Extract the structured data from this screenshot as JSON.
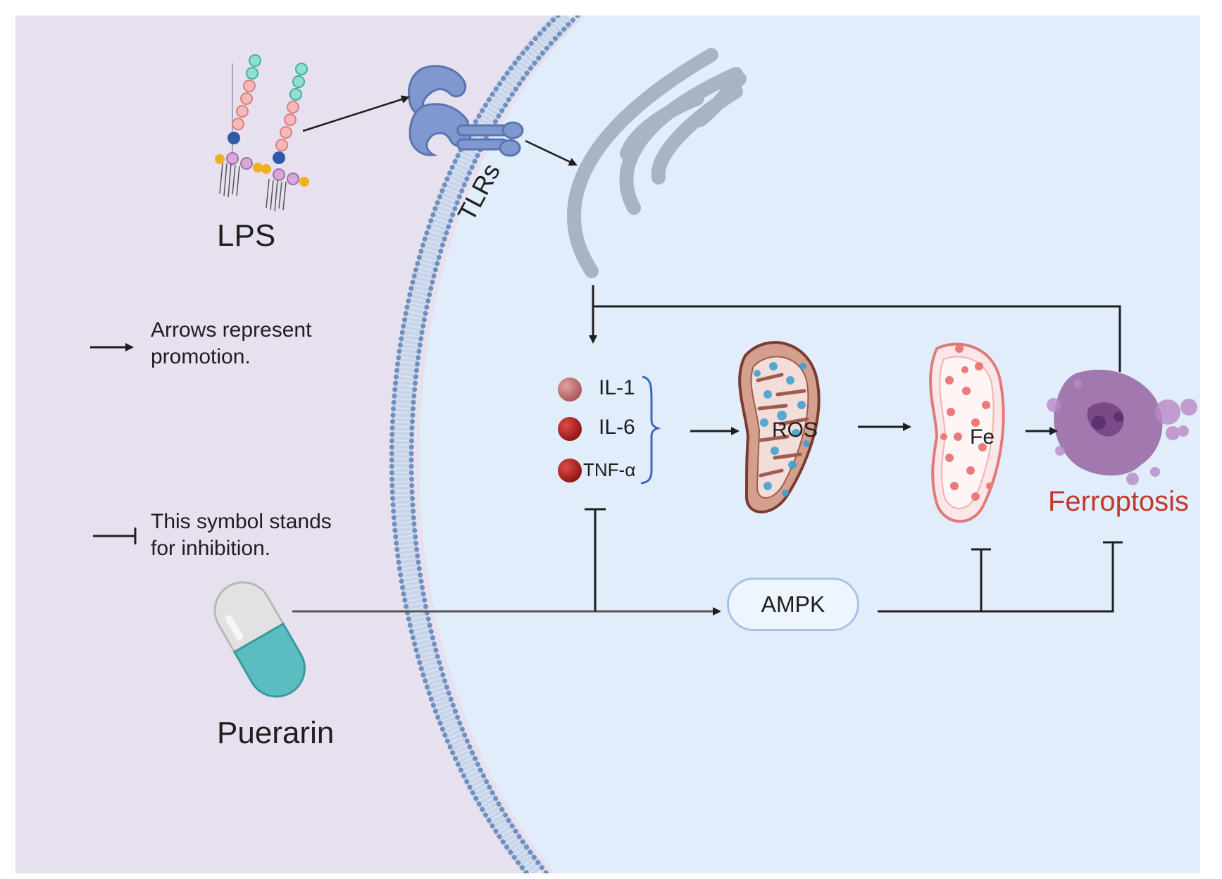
{
  "labels": {
    "lps": "LPS",
    "tlrs": "TLRs",
    "puerarin": "Puerarin",
    "il1": "IL-1",
    "il6": "IL-6",
    "tnf": "TNF-α",
    "ros": "ROS",
    "fe": "Fe",
    "ferroptosis": "Ferroptosis",
    "ampk": "AMPK"
  },
  "legend": {
    "promotion": "Arrows represent promotion.",
    "inhibition": "This symbol stands for inhibition."
  },
  "colors": {
    "extracellular": "#e7e1ef",
    "cytoplasm": "#e1edfb",
    "membrane_head": "#6f8fbf",
    "receptor": "#7f98cf",
    "er": "#a9b4c2",
    "ferroptosis_text": "#c0392b",
    "cell_death": "#9b6fa8",
    "capsule_top": "#dcdcdc",
    "capsule_bottom": "#5bbdc0"
  }
}
